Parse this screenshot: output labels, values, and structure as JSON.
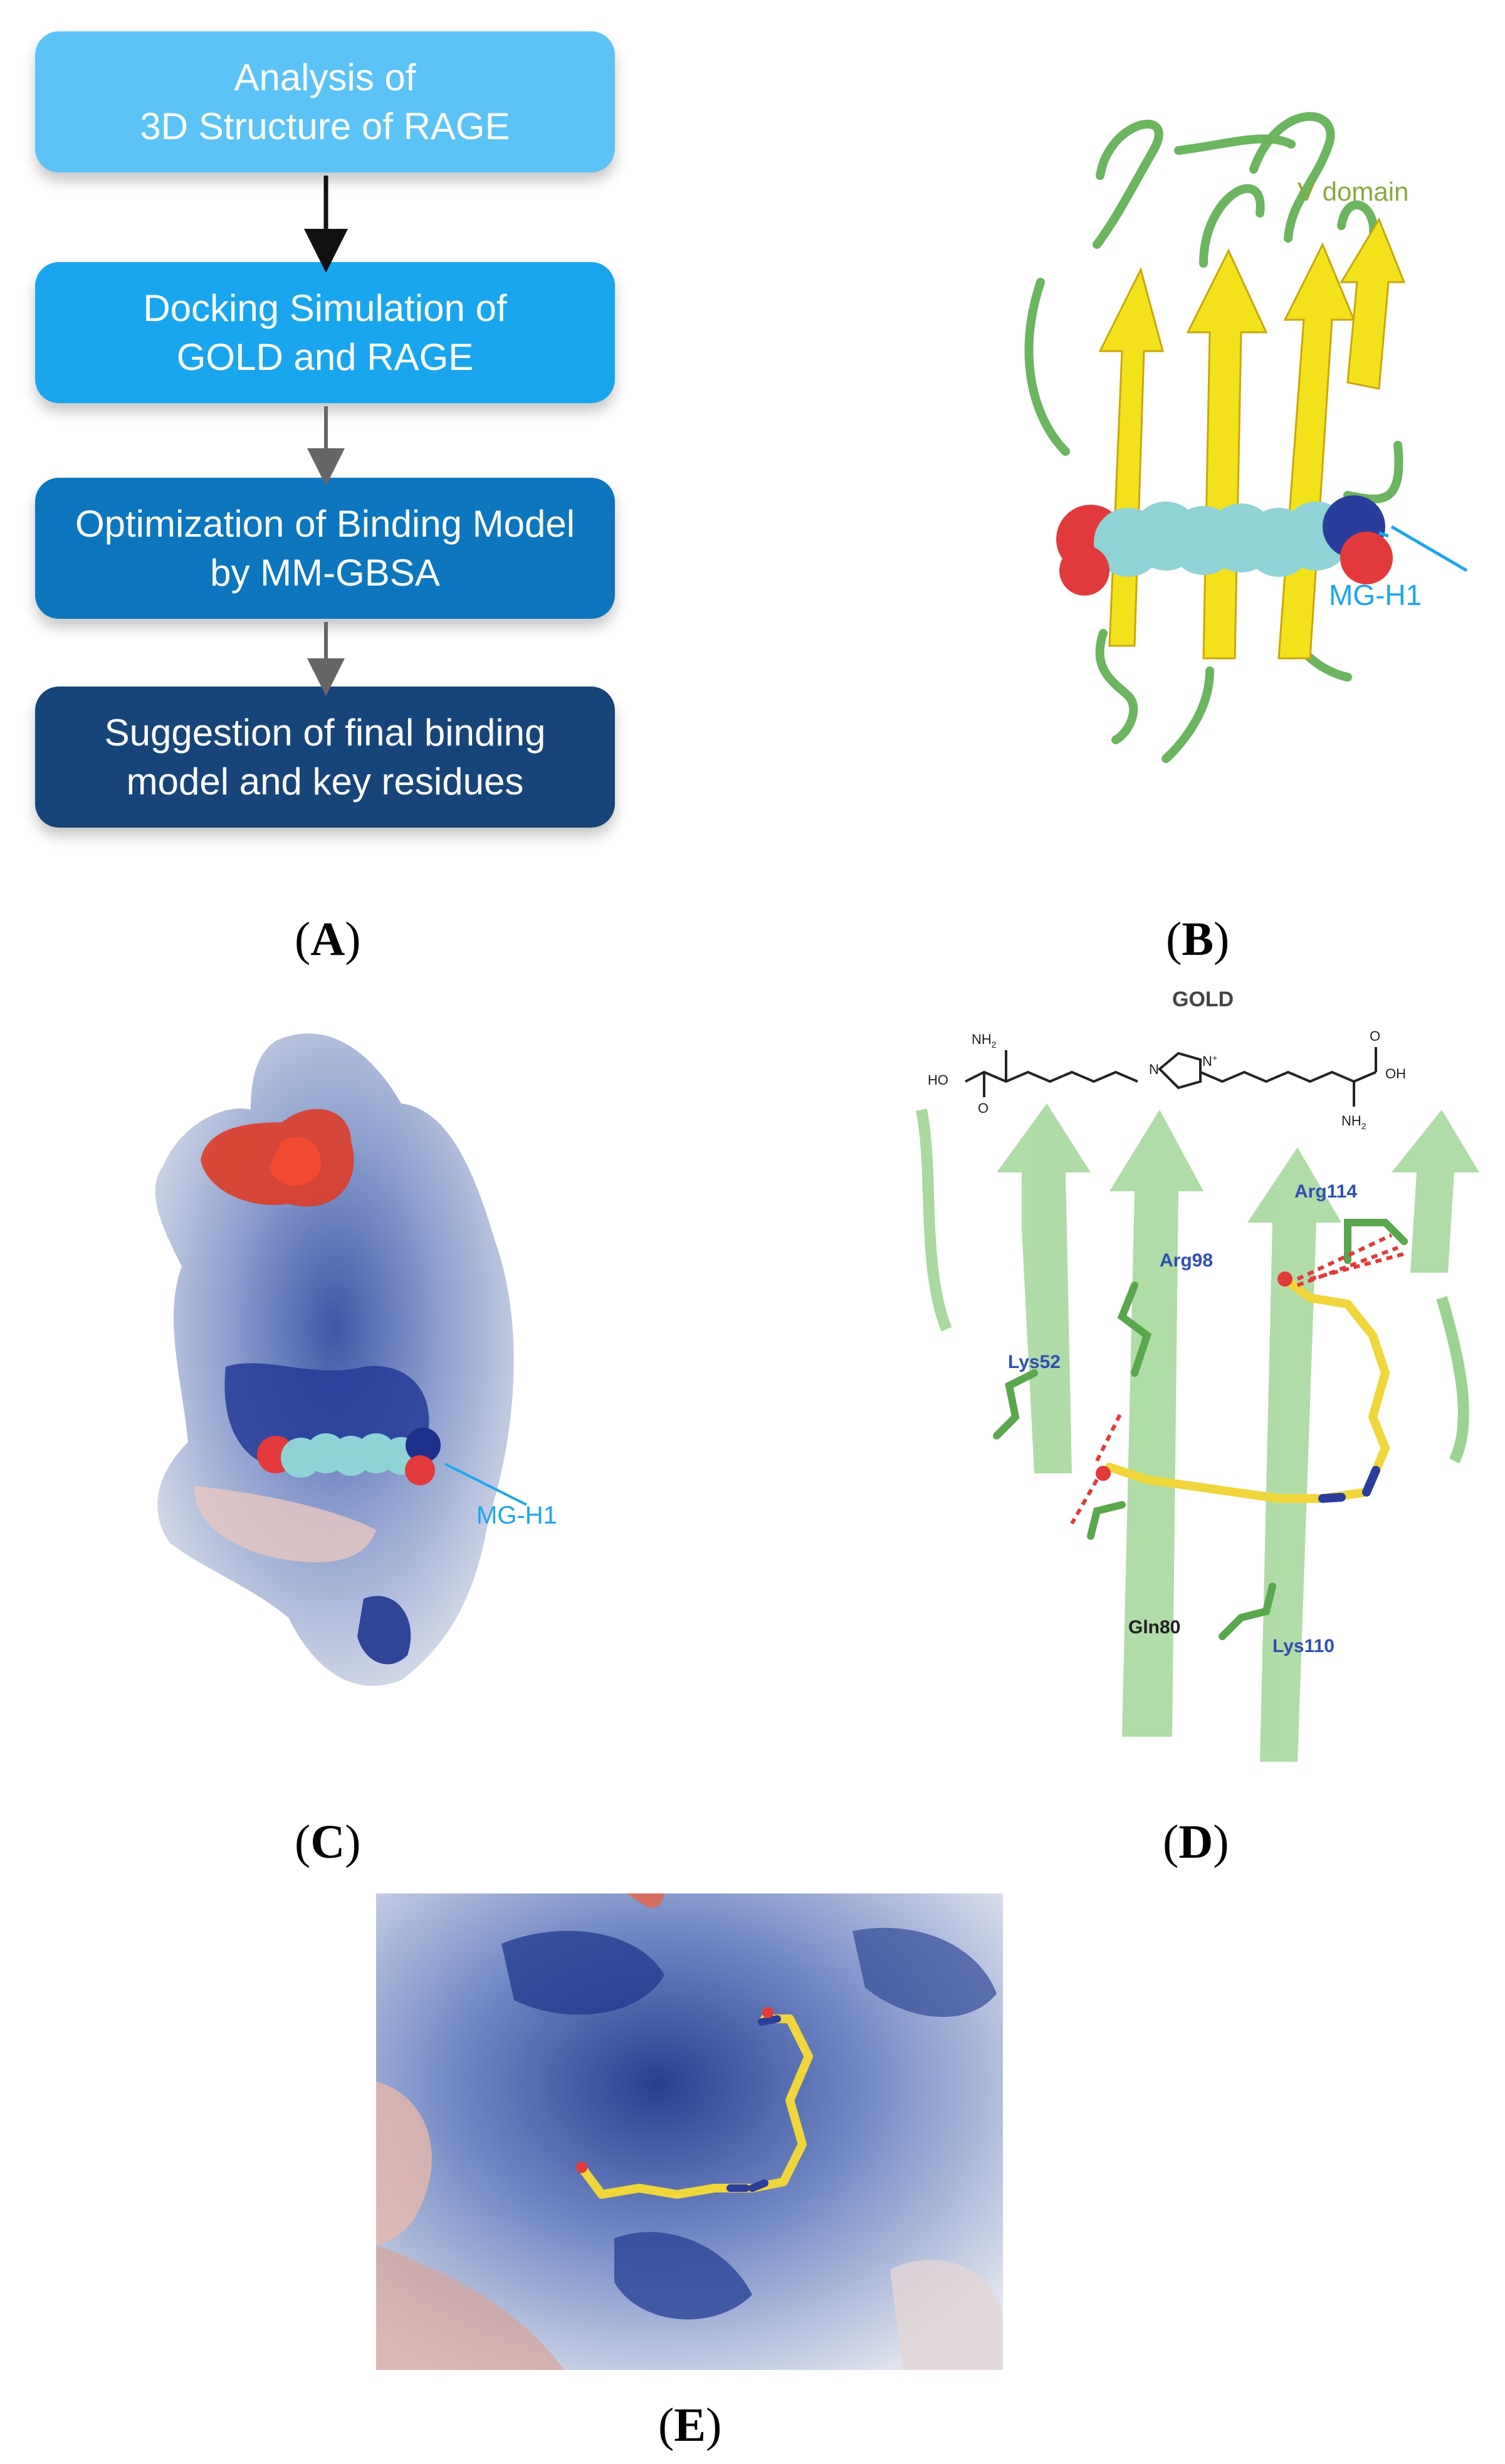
{
  "panelA": {
    "steps": [
      {
        "line1": "Analysis of",
        "line2": "3D Structure of RAGE",
        "color": "#5cc3f7"
      },
      {
        "line1": "Docking Simulation of",
        "line2": "GOLD and RAGE",
        "color": "#1aa6ef"
      },
      {
        "line1": "Optimization of Binding Model",
        "line2": "by MM-GBSA",
        "color": "#0c76bf"
      },
      {
        "line1": "Suggestion of final binding",
        "line2": "model and key residues",
        "color": "#17457a"
      }
    ]
  },
  "panelB": {
    "domain_label": "V domain",
    "ligand_label": "MG-H1"
  },
  "panelC": {
    "ligand_label": "MG-H1"
  },
  "panelD": {
    "title": "GOLD",
    "chem": {
      "nh2_top": "NH",
      "nh2_bottom": "NH",
      "sub2": "2",
      "ho": "HO",
      "oh": "OH",
      "o": "O",
      "n": "N",
      "nplus": "N",
      "plus": "+"
    },
    "residues": [
      "Arg114",
      "Arg98",
      "Lys52",
      "Gln80",
      "Lys110"
    ]
  },
  "captions": {
    "a": "A",
    "b": "B",
    "c": "C",
    "d": "D",
    "e": "E"
  }
}
